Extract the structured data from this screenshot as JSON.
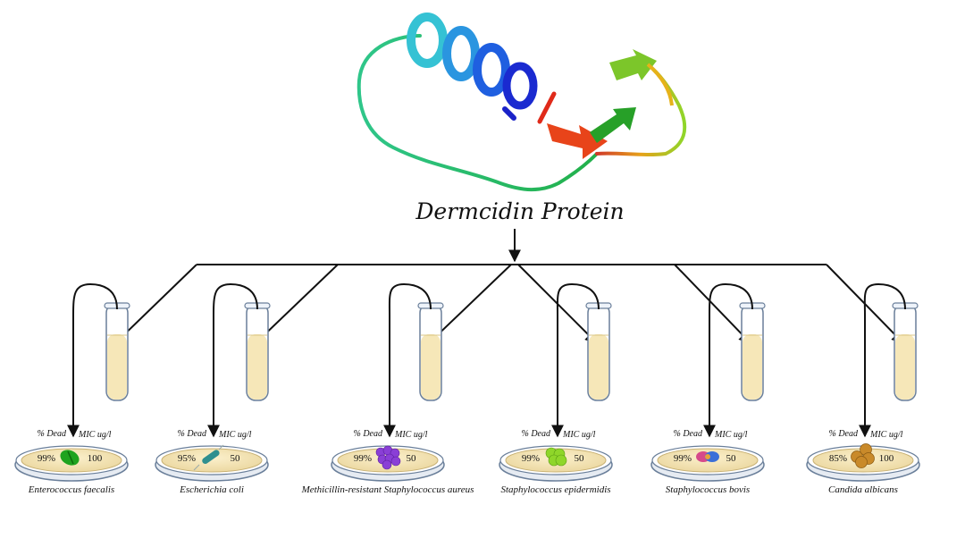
{
  "title": "Dermcidin Protein",
  "header_dead": "% Dead",
  "header_mic": "MIC ug/l",
  "colors": {
    "broth": "#f6e7b8",
    "plate_agar": "#f3e2b0",
    "line": "#111111"
  },
  "organisms": [
    {
      "name": "Enterococcus faecalis",
      "dead": "99%",
      "mic": "100",
      "microbe_icon": "green-capsule-icon",
      "microbe_color": "#1fa31f"
    },
    {
      "name": "Escherichia coli",
      "dead": "95%",
      "mic": "50",
      "microbe_icon": "rod-bacterium-icon",
      "microbe_color": "#2f8f8f"
    },
    {
      "name": "Methicillin-resistant Staphylococcus aureus",
      "dead": "99%",
      "mic": "50",
      "microbe_icon": "purple-cluster-icon",
      "microbe_color": "#8a3fd6"
    },
    {
      "name": "Staphylococcus epidermidis",
      "dead": "99%",
      "mic": "50",
      "microbe_icon": "lime-cluster-icon",
      "microbe_color": "#8fd62a"
    },
    {
      "name": "Staphylococcus bovis",
      "dead": "99%",
      "mic": "50",
      "microbe_icon": "pink-cluster-icon",
      "microbe_color": "#d64a8a"
    },
    {
      "name": "Candida albicans",
      "dead": "85%",
      "mic": "100",
      "microbe_icon": "yeast-cluster-icon",
      "microbe_color": "#c98a2a"
    }
  ]
}
